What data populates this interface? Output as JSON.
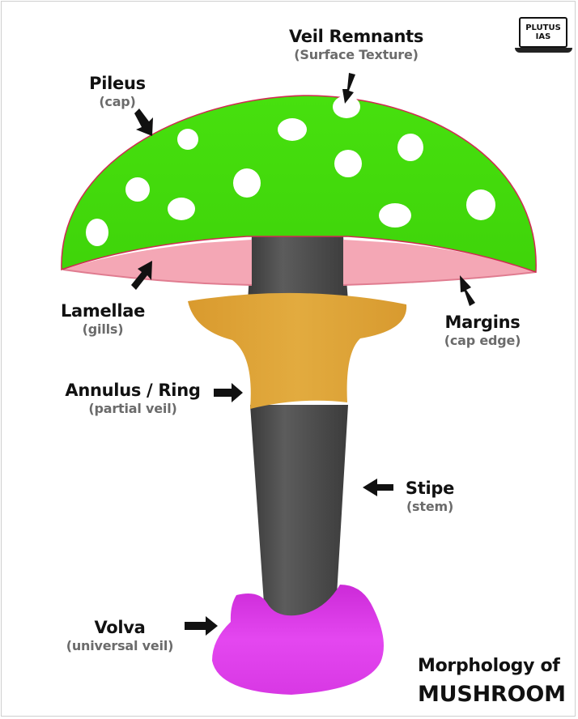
{
  "logo": {
    "line1": "PLUTUS",
    "line2": "IAS"
  },
  "labels": {
    "veil_remnants": {
      "main": "Veil Remnants",
      "sub": "(Surface Texture)"
    },
    "pileus": {
      "main": "Pileus",
      "sub": "(cap)"
    },
    "lamellae": {
      "main": "Lamellae",
      "sub": "(gills)"
    },
    "margins": {
      "main": "Margins",
      "sub": "(cap edge)"
    },
    "annulus": {
      "main": "Annulus / Ring",
      "sub": "(partial veil)"
    },
    "stipe": {
      "main": "Stipe",
      "sub": "(stem)"
    },
    "volva": {
      "main": "Volva",
      "sub": "(universal veil)"
    }
  },
  "title": {
    "line1": "Morphology of",
    "line2": "MUSHROOM"
  },
  "colors": {
    "cap": "#44dd0c",
    "gills": "#f4a7b5",
    "ring": "#dba135",
    "stem": "#4b4b4b",
    "volva": "#e040ec",
    "spots": "#ffffff"
  }
}
